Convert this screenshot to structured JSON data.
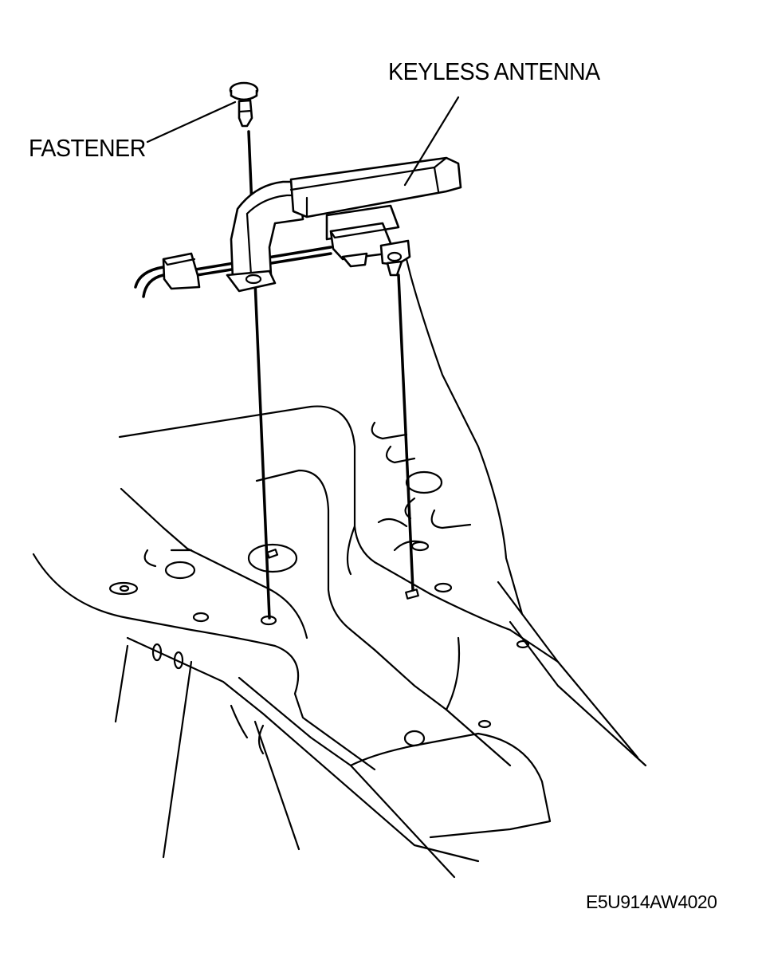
{
  "labels": {
    "keyless_antenna": "KEYLESS ANTENNA",
    "fastener": "FASTENER",
    "figure_code": "E5U914AW4020"
  },
  "colors": {
    "line": "#000000",
    "background": "#ffffff"
  }
}
